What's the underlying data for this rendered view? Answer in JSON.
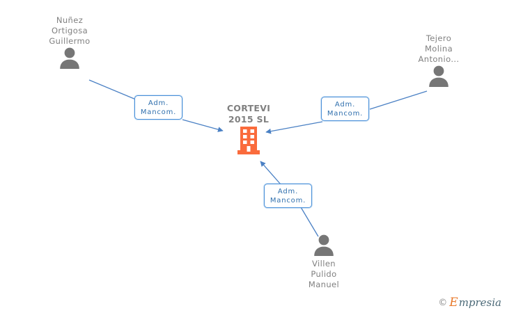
{
  "diagram": {
    "type": "corporate-relationship-graph",
    "background_color": "#ffffff",
    "edge_color": "#4a80c4",
    "company_color": "#fa6b3c",
    "person_color": "#767676",
    "label_text_color": "#2f6fad",
    "label_border_color": "#4a90d9",
    "name_text_color": "#808080"
  },
  "company": {
    "name": "CORTEVI\n2015 SL",
    "icon": "building-icon"
  },
  "persons": [
    {
      "id": "nunez-ortigosa-guillermo",
      "name": "Nuñez\nOrtigosa\nGuillermo",
      "icon": "person-icon"
    },
    {
      "id": "tejero-molina-antonio",
      "name": "Tejero\nMolina\nAntonio...",
      "icon": "person-icon"
    },
    {
      "id": "villen-pulido-manuel",
      "name": "Villen\nPulido\nManuel",
      "icon": "person-icon"
    }
  ],
  "relations": [
    {
      "id": "rel-nunez",
      "from": "nunez-ortigosa-guillermo",
      "to": "company",
      "line1": "Adm.",
      "line2": "Mancom."
    },
    {
      "id": "rel-tejero",
      "from": "tejero-molina-antonio",
      "to": "company",
      "line1": "Adm.",
      "line2": "Mancom."
    },
    {
      "id": "rel-villen",
      "from": "villen-pulido-manuel",
      "to": "company",
      "line1": "Adm.",
      "line2": "Mancom."
    }
  ],
  "watermark": {
    "copyright": "©",
    "brand_initial": "E",
    "brand_rest": "mpresia"
  }
}
